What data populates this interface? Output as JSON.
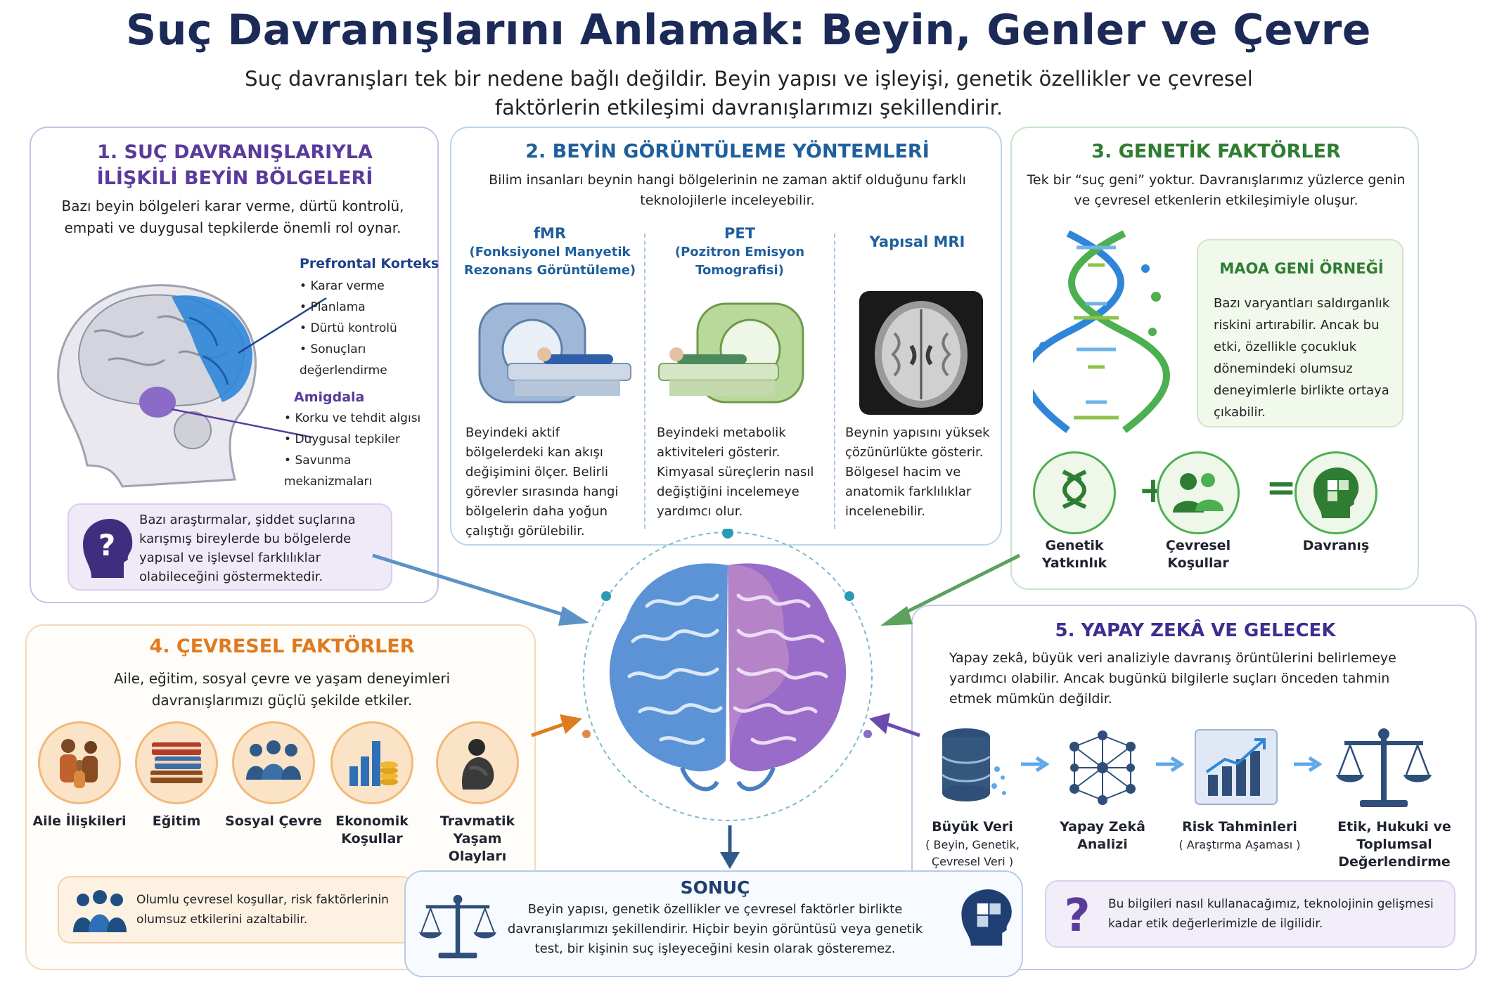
{
  "title": "Suç Davranışlarını Anlamak: Beyin, Genler ve Çevre",
  "subtitle": "Suç davranışları tek bir nedene bağlı değildir. Beyin yapısı ve işleyişi, genetik özellikler ve çevresel faktörlerin etkileşimi davranışlarımızı şekillendirir.",
  "section1": {
    "heading": "1. SUÇ DAVRANIŞLARIYLA İLİŞKİLİ BEYİN BÖLGELERİ",
    "intro": "Bazı beyin bölgeleri karar verme, dürtü kontrolü, empati ve duygusal tepkilerde önemli rol oynar.",
    "prefrontal": {
      "label": "Prefrontal Korteks",
      "items": [
        "Karar verme",
        "Planlama",
        "Dürtü kontrolü",
        "Sonuçları değerlendirme"
      ]
    },
    "amygdala": {
      "label": "Amigdala",
      "items": [
        "Korku ve tehdit algısı",
        "Duygusal tepkiler",
        "Savunma mekanizmaları"
      ]
    },
    "note": "Bazı araştırmalar, şiddet suçlarına karışmış bireylerde bu bölgelerde yapısal ve işlevsel farklılıklar olabileceğini göstermektedir.",
    "colors": {
      "accent": "#5a3b9c",
      "prefrontal": "#2f86d8",
      "amygdala": "#8a6cc8"
    }
  },
  "section2": {
    "heading": "2. BEYİN GÖRÜNTÜLEME YÖNTEMLERİ",
    "intro": "Bilim insanları beynin hangi bölgelerinin ne zaman aktif olduğunu farklı teknolojilerle inceleyebilir.",
    "methods": [
      {
        "name": "fMR",
        "full": "(Fonksiyonel Manyetik Rezonans Görüntüleme)",
        "desc": "Beyindeki aktif bölgelerdeki kan akışı değişimini ölçer. Belirli görevler sırasında hangi bölgelerin daha yoğun çalıştığı görülebilir."
      },
      {
        "name": "PET",
        "full": "(Pozitron Emisyon Tomografisi)",
        "desc": "Beyindeki metabolik aktiviteleri gösterir. Kimyasal süreçlerin nasıl değiştiğini incelemeye yardımcı olur."
      },
      {
        "name": "Yapısal MRI",
        "full": "",
        "desc": "Beynin yapısını yüksek çözünürlükte gösterir. Bölgesel hacim ve anatomik farklılıklar incelenebilir."
      }
    ],
    "colors": {
      "accent": "#1f5f9c"
    }
  },
  "section3": {
    "heading": "3. GENETİK FAKTÖRLER",
    "intro": "Tek bir “suç geni” yoktur. Davranışlarımız yüzlerce genin ve çevresel etkenlerin etkileşimiyle oluşur.",
    "maoa": {
      "title": "MAOA GENİ ÖRNEĞİ",
      "text": "Bazı varyantları saldırganlık riskini artırabilir. Ancak bu etki, özellikle çocukluk dönemindeki olumsuz deneyimlerle birlikte ortaya çıkabilir."
    },
    "equation": [
      "Genetik Yatkınlık",
      "Çevresel Koşullar",
      "Davranış"
    ],
    "operators": [
      "+",
      "="
    ],
    "colors": {
      "accent": "#2f7d32"
    }
  },
  "section4": {
    "heading": "4. ÇEVRESEL FAKTÖRLER",
    "intro": "Aile, eğitim, sosyal çevre ve yaşam deneyimleri davranışlarımızı güçlü şekilde etkiler.",
    "factors": [
      "Aile İlişkileri",
      "Eğitim",
      "Sosyal Çevre",
      "Ekonomik Koşullar",
      "Travmatik Yaşam Olayları"
    ],
    "note": "Olumlu çevresel koşullar, risk faktörlerinin olumsuz etkilerini azaltabilir.",
    "colors": {
      "accent": "#e07a1f"
    }
  },
  "section5": {
    "heading": "5. YAPAY ZEKÂ VE GELECEK",
    "intro": "Yapay zekâ, büyük veri analiziyle davranış örüntülerini belirlemeye yardımcı olabilir. Ancak bugünkü bilgilerle suçları önceden tahmin etmek mümkün değildir.",
    "steps": [
      {
        "label": "Büyük Veri",
        "sub": "( Beyin, Genetik, Çevresel Veri )"
      },
      {
        "label": "Yapay Zekâ Analizi",
        "sub": ""
      },
      {
        "label": "Risk Tahminleri",
        "sub": "( Araştırma Aşaması )"
      },
      {
        "label": "Etik, Hukuki ve Toplumsal Değerlendirme",
        "sub": ""
      }
    ],
    "note": "Bu bilgileri nasıl kullanacağımız, teknolojinin gelişmesi kadar etik değerlerimizle de ilgilidir.",
    "colors": {
      "accent": "#3b2f8f"
    }
  },
  "conclusion": {
    "heading": "SONUÇ",
    "text": "Beyin yapısı, genetik özellikler ve çevresel faktörler birlikte davranışlarımızı şekillendirir. Hiçbir beyin görüntüsü veya genetik test, bir kişinin suç işleyeceğini kesin olarak gösteremez."
  },
  "icons": [
    "brain-head-icon",
    "question-head-icon",
    "mri-scanner-icon",
    "pet-scanner-icon",
    "mri-scan-image-icon",
    "dna-icon",
    "puzzle-head-icon",
    "family-icon",
    "books-icon",
    "group-icon",
    "coins-chart-icon",
    "sad-person-icon",
    "database-icon",
    "neural-network-icon",
    "chart-icon",
    "scales-icon"
  ]
}
